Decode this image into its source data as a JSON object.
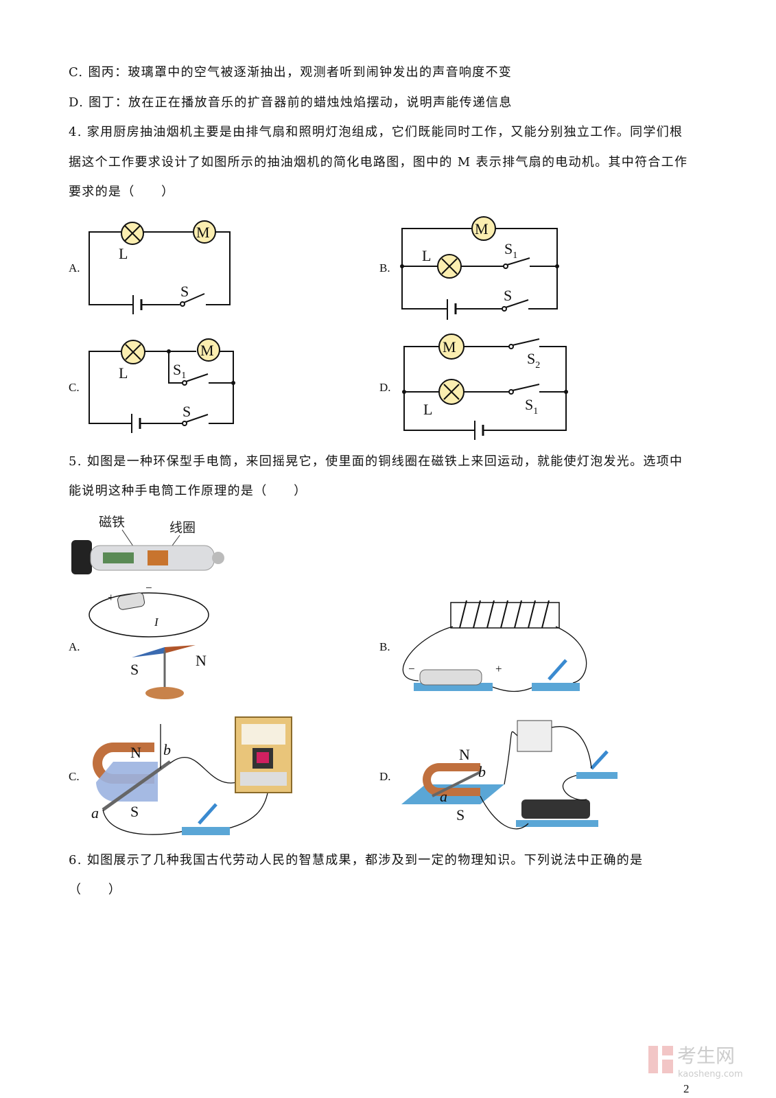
{
  "q3": {
    "option_c": "C. 图丙：玻璃罩中的空气被逐渐抽出，观测者听到闹钟发出的声音响度不变",
    "option_d": "D. 图丁：放在正在播放音乐的扩音器前的蜡烛烛焰摆动，说明声能传递信息"
  },
  "q4": {
    "lines": [
      "4. 家用厨房抽油烟机主要是由排气扇和照明灯泡组成，它们既能同时工作，又能分别独立工作。同学们根",
      "据这个工作要求设计了如图所示的抽油烟机的简化电路图，图中的 M 表示排气扇的电动机。其中符合工作",
      "要求的是（　　）"
    ],
    "options": [
      "A.",
      "B.",
      "C.",
      "D."
    ],
    "labels": {
      "lamp": "L",
      "motor": "M",
      "switch": "S",
      "s1": "S",
      "s2": "S",
      "sub1": "1",
      "sub2": "2"
    }
  },
  "q5": {
    "lines": [
      "5. 如图是一种环保型手电筒，来回摇晃它，使里面的铜线圈在磁铁上来回运动，就能使灯泡发光。选项中",
      "能说明这种手电筒工作原理的是（　　）"
    ],
    "figure_labels": {
      "magnet": "磁铁",
      "coil": "线圈"
    },
    "options": [
      "A.",
      "B.",
      "C.",
      "D."
    ],
    "labels": {
      "plus": "+",
      "minus": "−",
      "current": "I",
      "north": "N",
      "south": "S",
      "a": "a",
      "b": "b"
    }
  },
  "q6": {
    "lines": [
      "6. 如图展示了几种我国古代劳动人民的智慧成果，都涉及到一定的物理知识。下列说法中正确的是",
      "（　　）"
    ]
  },
  "watermark": {
    "cn": "考生网",
    "en": "kaosheng.com"
  },
  "page_number": "2"
}
